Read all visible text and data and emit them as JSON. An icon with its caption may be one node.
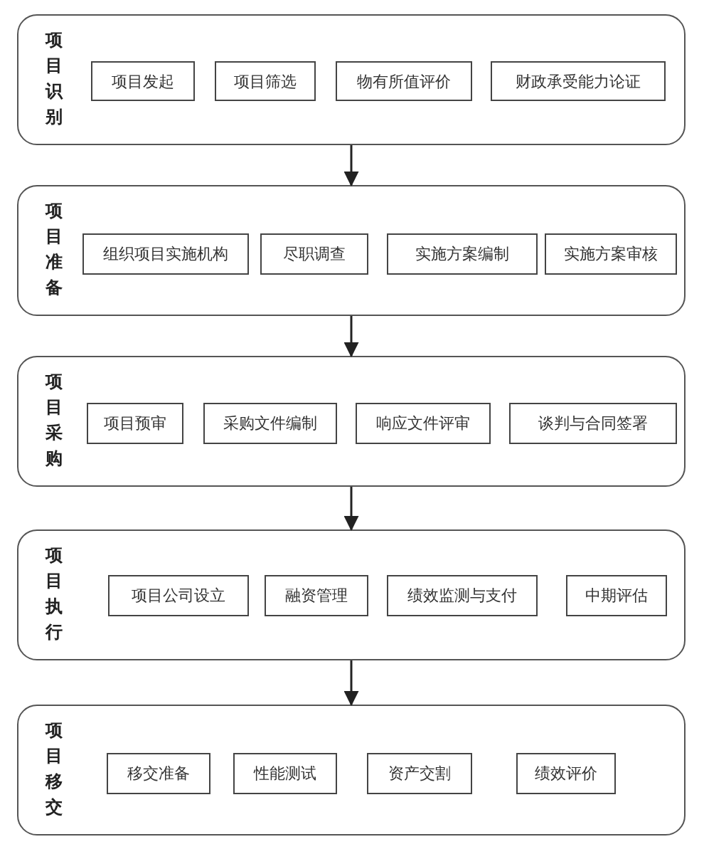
{
  "diagram": {
    "nodes": [
      {
        "text": [
          "项目识别"
        ]
      },
      {
        "text": [
          "项目发起"
        ],
        "in": 0
      },
      {
        "text": [
          "项目筛选"
        ],
        "in": 0
      },
      {
        "text": [
          "物有所值评价"
        ],
        "in": 0
      },
      {
        "text": [
          "财政承受能力论证"
        ],
        "in": 0
      },
      {
        "text": [
          "项目准备"
        ]
      },
      {
        "text": [
          "组织项目实施机构"
        ],
        "in": 5
      },
      {
        "text": [
          "尽职调查"
        ],
        "in": 5
      },
      {
        "text": [
          "实施方案编制"
        ],
        "in": 5
      },
      {
        "text": [
          "实施方案审核"
        ],
        "in": 5
      },
      {
        "text": [
          "项目采购"
        ]
      },
      {
        "text": [
          "项目预审"
        ],
        "in": 10
      },
      {
        "text": [
          "采购文件编制"
        ],
        "in": 10
      },
      {
        "text": [
          "响应文件评审"
        ],
        "in": 10
      },
      {
        "text": [
          "谈判与合同签署"
        ],
        "in": 10
      },
      {
        "text": [
          "项目执行"
        ]
      },
      {
        "text": [
          "项目公司设立"
        ],
        "in": 15
      },
      {
        "text": [
          "融资管理"
        ],
        "in": 15
      },
      {
        "text": [
          "绩效监测与支付"
        ],
        "in": 15
      },
      {
        "text": [
          "中期评估"
        ],
        "in": 15
      },
      {
        "text": [
          "项目移交"
        ]
      },
      {
        "text": [
          "移交准备"
        ],
        "in": 20
      },
      {
        "text": [
          "性能测试"
        ],
        "in": 20
      },
      {
        "text": [
          "资产交割"
        ],
        "in": 20
      },
      {
        "text": [
          "绩效评价"
        ],
        "in": 20
      }
    ],
    "edges": [
      {
        "from": 0,
        "to": 5,
        "arrow": "to"
      },
      {
        "from": 5,
        "to": 10,
        "arrow": "to"
      },
      {
        "from": 10,
        "to": 15,
        "arrow": "to"
      },
      {
        "from": 15,
        "to": 20,
        "arrow": "to"
      }
    ]
  }
}
